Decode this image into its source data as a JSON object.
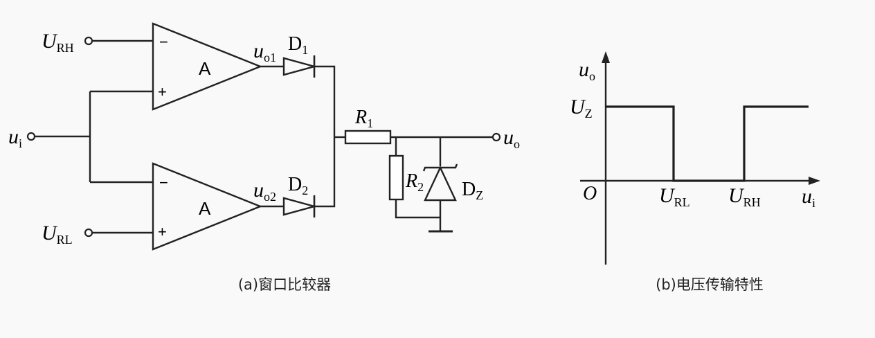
{
  "circuit": {
    "input_urh": {
      "main": "U",
      "sub": "RH"
    },
    "input_uil": {
      "main": "u",
      "sub": "i"
    },
    "input_url": {
      "main": "U",
      "sub": "RL"
    },
    "opamp1": {
      "label": "A",
      "minus": "−",
      "plus": "+"
    },
    "opamp2": {
      "label": "A",
      "minus": "−",
      "plus": "+"
    },
    "uo1": {
      "main": "u",
      "sub": "o1"
    },
    "uo2": {
      "main": "u",
      "sub": "o2"
    },
    "d1": {
      "main": "D",
      "sub": "1"
    },
    "d2": {
      "main": "D",
      "sub": "2"
    },
    "r1": {
      "main": "R",
      "sub": "1"
    },
    "r2": {
      "main": "R",
      "sub": "2"
    },
    "dz": {
      "main": "D",
      "sub": "Z"
    },
    "output": {
      "main": "u",
      "sub": "o"
    },
    "caption": "(a)窗口比较器"
  },
  "chart": {
    "y_axis": {
      "main": "u",
      "sub": "o"
    },
    "x_axis": {
      "main": "u",
      "sub": "i"
    },
    "origin": "O",
    "uz": {
      "main": "U",
      "sub": "Z"
    },
    "url": {
      "main": "U",
      "sub": "RL"
    },
    "urh": {
      "main": "U",
      "sub": "RH"
    },
    "caption": "(b)电压传输特性"
  },
  "chart_data": {
    "type": "line",
    "title": "",
    "xlabel": "u_i",
    "ylabel": "u_o",
    "x": [
      "0",
      "U_RL",
      "U_RL",
      "U_RH",
      "U_RH",
      "∞"
    ],
    "series": [
      {
        "values": [
          "U_Z",
          "U_Z",
          "0",
          "0",
          "U_Z",
          "U_Z"
        ]
      }
    ],
    "grid": false
  }
}
